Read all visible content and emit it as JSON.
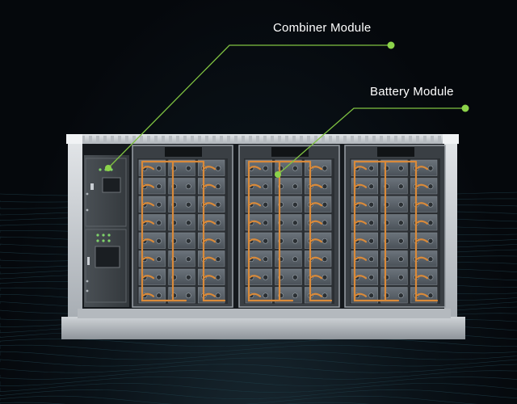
{
  "callouts": [
    {
      "id": "combiner",
      "label": "Combiner Module"
    },
    {
      "id": "battery",
      "label": "Battery Module"
    }
  ],
  "colors": {
    "background": "#05080c",
    "callout_line": "#7fc241",
    "callout_dot": "#8cd34a",
    "cable": "#d98a3a",
    "container_frame": "#c9ced3",
    "rack_interior": "#2b2f33",
    "module_face": "#5b636b",
    "cabinet": "#3d4247"
  },
  "structure": {
    "rack_count": 3,
    "module_rows_per_rack": 8,
    "module_columns_per_rack": 3
  }
}
